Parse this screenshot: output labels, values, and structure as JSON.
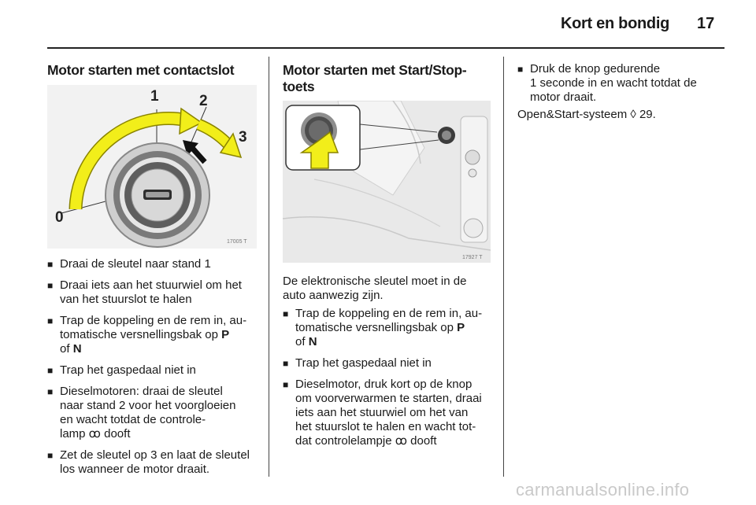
{
  "header": {
    "title": "Kort en bondig",
    "page_number": "17"
  },
  "left": {
    "heading": "Motor starten met contactslot",
    "figure": {
      "code": "17005 T",
      "positions": [
        "0",
        "1",
        "2",
        "3"
      ]
    },
    "bullets": [
      [
        "Draai de sleutel naar stand 1"
      ],
      [
        "Draai iets aan het stuurwiel om het",
        "van het stuurslot te halen"
      ],
      [
        "Trap de koppeling en de rem in, au-",
        "tomatische versnellingsbak op P",
        "of N"
      ],
      [
        "Trap het gaspedaal niet in"
      ],
      [
        "Dieselmotoren: draai de sleutel",
        "naar stand 2 voor het voorgloeien",
        "en wacht totdat de controle-",
        "lamp ꝏ dooft"
      ],
      [
        "Zet de sleutel op 3 en laat de sleutel",
        "los wanneer de motor draait."
      ]
    ]
  },
  "middle": {
    "heading_line1": "Motor starten met Start/Stop-",
    "heading_line2": "toets",
    "figure": {
      "code": "17927 T"
    },
    "intro_line1": "De elektronische sleutel moet in de",
    "intro_line2": "auto aanwezig zijn.",
    "bullets": [
      [
        "Trap de koppeling en de rem in, au-",
        "tomatische versnellingsbak op P",
        "of N"
      ],
      [
        "Trap het gaspedaal niet in"
      ],
      [
        "Dieselmotor, druk kort op de knop",
        "om voorverwarmen te starten, draai",
        "iets aan het stuurwiel om het van",
        "het stuurslot te halen en wacht tot-",
        "dat controlelampje ꝏ dooft"
      ]
    ]
  },
  "right": {
    "bullets": [
      [
        "Druk de knop gedurende",
        "1 seconde in en wacht totdat de",
        "motor draait."
      ]
    ],
    "ref_line": "Open&Start-systeem ◊ 29."
  },
  "watermark": "carmanualsonline.info",
  "colors": {
    "arrow_yellow": "#f2ee1a",
    "rule": "#222222"
  }
}
